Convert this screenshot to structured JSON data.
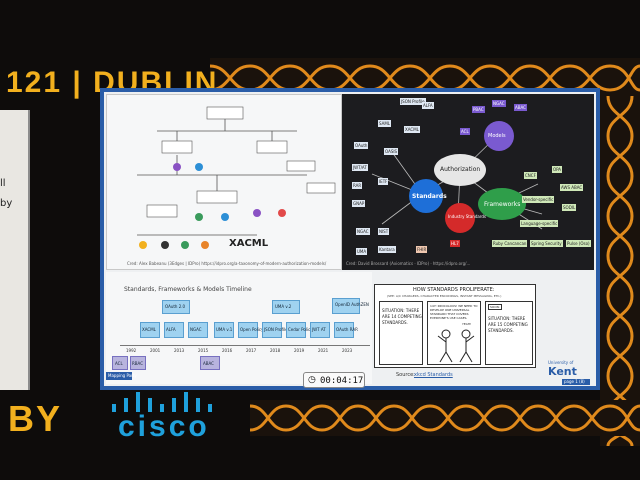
{
  "banner": {
    "event": "121 | DUBLIN",
    "by": "BY",
    "sponsor": "cisco"
  },
  "left_slide": {
    "fragments": [
      "ll",
      "by"
    ]
  },
  "slide": {
    "diagram_credit": "Cred: Alex Babeanu (3Edges | IDPro) https://idpro.org/a-taxonomy-of-modern-authorization-models/",
    "mindmap_credit": "Cred: David Brossard (Axiomatics · IDPro) · https://idpro.org/...",
    "diagram_caption": "XACML",
    "mindmap": {
      "center": "Authorization",
      "standards": "Standards",
      "models": "Models",
      "frameworks": "Frameworks",
      "industry": "Industry Standards",
      "nodes": [
        "JSON Profile",
        "ALFA",
        "SAML",
        "XACML",
        "OASIS",
        "OAuth",
        "JWT/AT",
        "RAR",
        "GNAP",
        "IETF",
        "NIST",
        "NGAC",
        "Kantara",
        "UMA",
        "FHIR",
        "PBAC",
        "NGAC",
        "ABAC",
        "ACL",
        "CNCF",
        "OPA",
        "AWS ABAC",
        "Vendor-specific",
        "SODIL",
        "Language-specific",
        "Ruby Cancancan",
        "Spring Security",
        "Pulse (Oso)",
        "HL7"
      ]
    },
    "timeline": {
      "title": "Standards, Frameworks & Models Timeline",
      "top_boxes": [
        "OAuth 2.0",
        "UMA v.2",
        "OpenID AuthZEN"
      ],
      "mid_boxes": [
        "XACML",
        "ALFA",
        "NGAC",
        "UMA v.1",
        "Open Policy Agent",
        "JSON Profile",
        "Cedar Policy",
        "JWT AT",
        "OAuth RAR"
      ],
      "years": [
        "1992",
        "2001",
        "2013",
        "2015",
        "2016",
        "2017",
        "2018",
        "2019",
        "2021",
        "2023"
      ],
      "bottom_boxes": [
        "ACL",
        "RBAC",
        "ABAC"
      ],
      "badge": "Mapping Party"
    },
    "comic": {
      "title": "HOW STANDARDS PROLIFERATE:",
      "subtitle": "(SEE: A/C CHARGERS, CHARACTER ENCODINGS, INSTANT MESSAGING, ETC.)",
      "panel1": "SITUATION: THERE ARE 14 COMPETING STANDARDS.",
      "panel2": "14?! RIDICULOUS! WE NEED TO DEVELOP ONE UNIVERSAL STANDARD THAT COVERS EVERYONE'S USE CASES.",
      "panel2b": "YEAH!",
      "panel3_tag": "SOON:",
      "panel3": "SITUATION: THERE ARE 15 COMPETING STANDARDS."
    },
    "source_label": "Source:",
    "source_link": "xkcd Standards",
    "timer": "00:04:17",
    "university_prefix": "University of",
    "university": "Kent",
    "slide_tag": "page 1 (8)"
  },
  "colors": {
    "gold": "#f2b01e",
    "cisco": "#1fa1dc",
    "celtic": "#e08a1c",
    "slide_frame": "#2a5da8"
  }
}
